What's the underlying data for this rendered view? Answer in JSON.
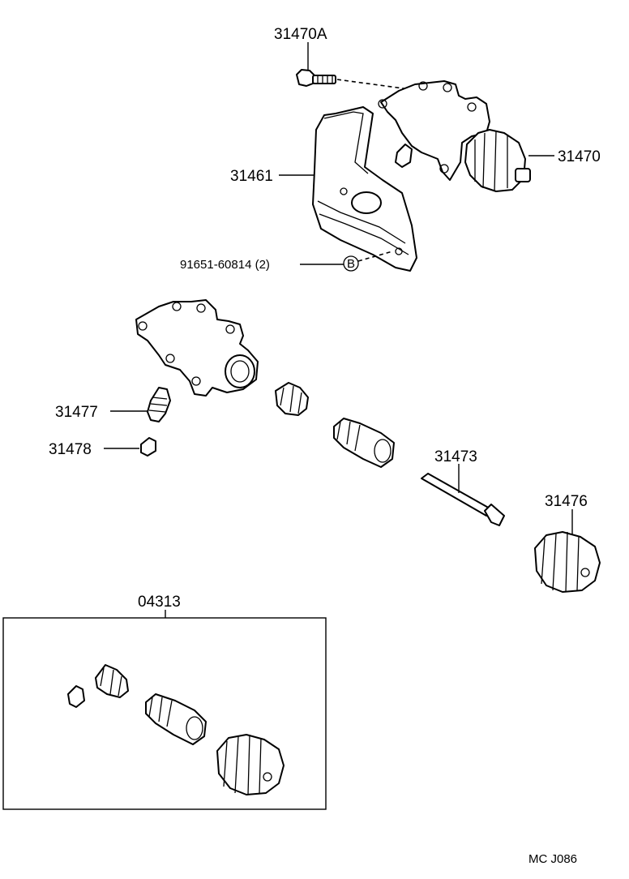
{
  "labels": {
    "p31470A": "31470A",
    "p31470": "31470",
    "p31461": "31461",
    "p91651": "91651-60814 (2)",
    "callout_b": "B",
    "p31477": "31477",
    "p31478": "31478",
    "p31473": "31473",
    "p31476": "31476",
    "p04313": "04313",
    "diagram_code": "MC J086"
  },
  "parts": [
    {
      "number": "31470A",
      "kind": "bolt"
    },
    {
      "number": "31470",
      "kind": "clutch-release-cylinder-assembly"
    },
    {
      "number": "31461",
      "kind": "bracket"
    },
    {
      "number": "91651-60814",
      "kind": "bolt",
      "qty": "(2)",
      "callout": "B"
    },
    {
      "number": "31477",
      "kind": "bleeder-plug"
    },
    {
      "number": "31478",
      "kind": "bleeder-cap"
    },
    {
      "number": "31473",
      "kind": "push-rod"
    },
    {
      "number": "31476",
      "kind": "boot"
    },
    {
      "number": "04313",
      "kind": "cylinder-kit"
    }
  ]
}
